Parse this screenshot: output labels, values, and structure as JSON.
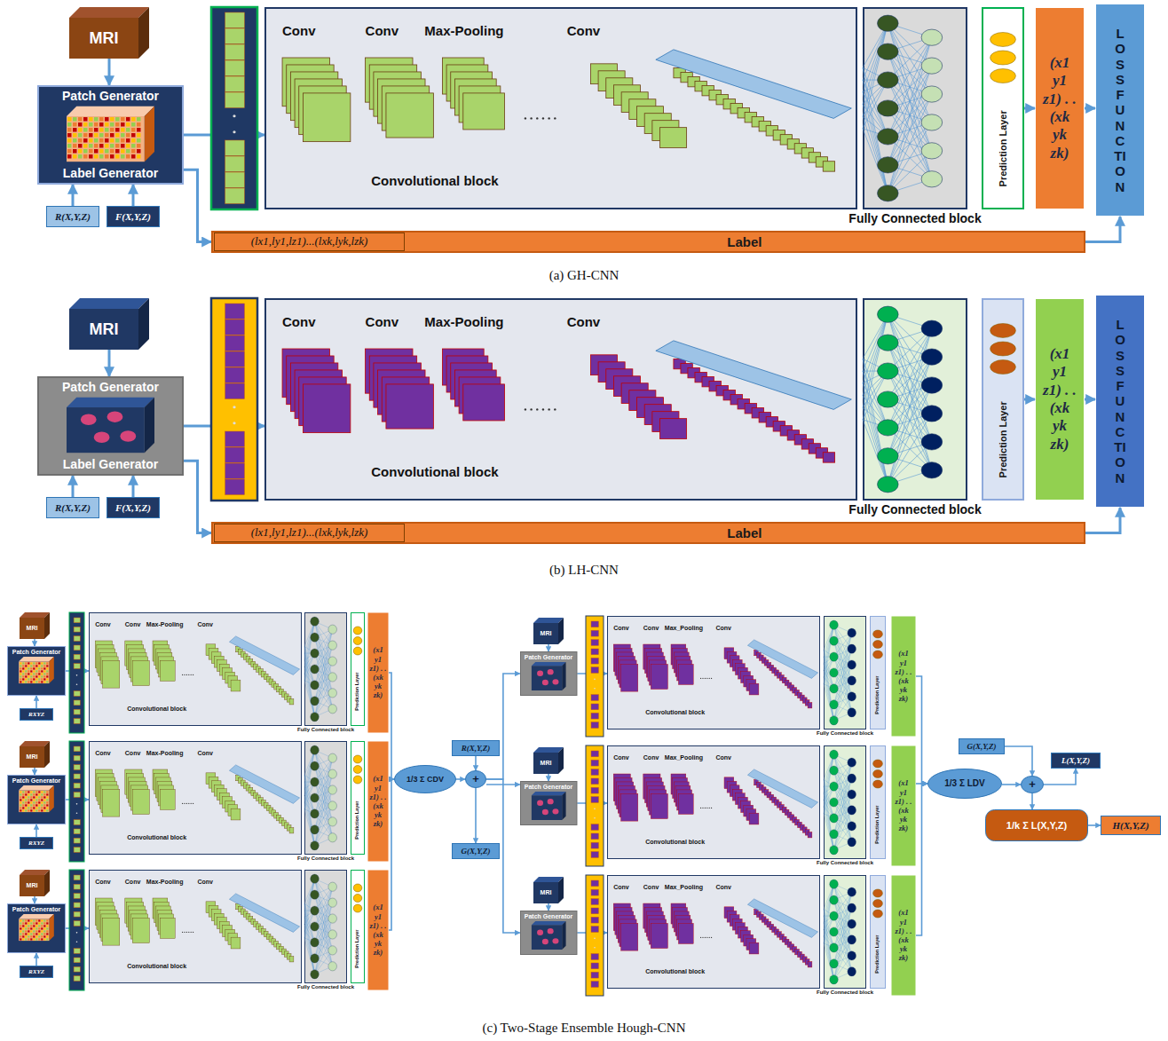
{
  "diagram": {
    "nodes": [
      {
        "text": [
          "MRI"
        ]
      },
      {
        "text": [
          "Patch Generator",
          "Label Generator"
        ]
      },
      {
        "text": [
          "R(X,Y,Z)"
        ]
      },
      {
        "text": [
          "F(X,Y,Z)"
        ]
      },
      {
        "text": [
          "Conv",
          "Conv",
          "Max-Pooling",
          "Conv",
          "Convolutional block"
        ]
      },
      {
        "text": [
          "Fully Connected block"
        ]
      },
      {
        "text": [
          "Prediction Layer"
        ]
      },
      {
        "text": [
          "(x1 y1 z1) . . (xk yk zk)"
        ]
      },
      {
        "text": [
          "LOSS FUNCTION"
        ]
      },
      {
        "text": [
          "(lx1,ly1,lz1)...(lxk,lyk,lzk)",
          "Label"
        ]
      },
      {
        "text": [
          "MRI"
        ]
      },
      {
        "text": [
          "Patch Generator",
          "Label Generator"
        ]
      },
      {
        "text": [
          "R(X,Y,Z)"
        ]
      },
      {
        "text": [
          "F(X,Y,Z)"
        ]
      },
      {
        "text": [
          "Conv",
          "Conv",
          "Max-Pooling",
          "Conv",
          "Convolutional block"
        ]
      },
      {
        "text": [
          "Fully Connected block"
        ]
      },
      {
        "text": [
          "Prediction Layer"
        ]
      },
      {
        "text": [
          "(x1 y1 z1) . . (xk yk zk)"
        ]
      },
      {
        "text": [
          "LOSS FUNCTION"
        ]
      },
      {
        "text": [
          "(lx1,ly1,lz1)...(lxk,lyk,lzk)",
          "Label"
        ]
      },
      {
        "text": [
          "MRI"
        ]
      },
      {
        "text": [
          "Patch Generator"
        ]
      },
      {
        "text": [
          "RXYZ"
        ]
      },
      {
        "text": [
          "Conv",
          "Conv",
          "Max-Pooling",
          "Conv",
          "Convolutional block"
        ]
      },
      {
        "text": [
          "Fully Connected block"
        ]
      },
      {
        "text": [
          "Prediction Layer"
        ]
      },
      {
        "text": [
          "(x1 y1 z1) . . (xk yk zk)"
        ]
      },
      {
        "text": [
          "MRI"
        ]
      },
      {
        "text": [
          "Patch Generator"
        ]
      },
      {
        "text": [
          "RXYZ"
        ]
      },
      {
        "text": [
          "Conv",
          "Conv",
          "Max-Pooling",
          "Conv",
          "Convolutional block"
        ]
      },
      {
        "text": [
          "Fully Connected block"
        ]
      },
      {
        "text": [
          "Prediction Layer"
        ]
      },
      {
        "text": [
          "(x1 y1 z1) . . (xk yk zk)"
        ]
      },
      {
        "text": [
          "MRI"
        ]
      },
      {
        "text": [
          "Patch Generator"
        ]
      },
      {
        "text": [
          "RXYZ"
        ]
      },
      {
        "text": [
          "Conv",
          "Conv",
          "Max-Pooling",
          "Conv",
          "Convolutional block"
        ]
      },
      {
        "text": [
          "Fully Connected block"
        ]
      },
      {
        "text": [
          "Prediction Layer"
        ]
      },
      {
        "text": [
          "(x1 y1 z1) . . (xk yk zk)"
        ]
      },
      {
        "text": [
          "1/3 Σ CDV"
        ]
      },
      {
        "text": [
          "+"
        ]
      },
      {
        "text": [
          "R(X,Y,Z)"
        ]
      },
      {
        "text": [
          "G(X,Y,Z)"
        ]
      },
      {
        "text": [
          "MRI"
        ]
      },
      {
        "text": [
          "Patch Generator"
        ]
      },
      {
        "text": [
          "Conv",
          "Conv",
          "Max_Pooling",
          "Conv",
          "Convolutional block"
        ]
      },
      {
        "text": [
          "Fully Connected block"
        ]
      },
      {
        "text": [
          "Prediction Layer"
        ]
      },
      {
        "text": [
          "(x1 y1 z1) . . (xk yk zk)"
        ]
      },
      {
        "text": [
          "MRI"
        ]
      },
      {
        "text": [
          "Patch Generator"
        ]
      },
      {
        "text": [
          "Conv",
          "Conv",
          "Max_Pooling",
          "Conv",
          "Convolutional block"
        ]
      },
      {
        "text": [
          "Fully Connected block"
        ]
      },
      {
        "text": [
          "Prediction Layer"
        ]
      },
      {
        "text": [
          "(x1 y1 z1) . . (xk yk zk)"
        ]
      },
      {
        "text": [
          "MRI"
        ]
      },
      {
        "text": [
          "Patch Generator"
        ]
      },
      {
        "text": [
          "Conv",
          "Conv",
          "Max_Pooling",
          "Conv",
          "Convolutional block"
        ]
      },
      {
        "text": [
          "Fully Connected block"
        ]
      },
      {
        "text": [
          "Prediction Layer"
        ]
      },
      {
        "text": [
          "(x1 y1 z1) . . (xk yk zk)"
        ]
      },
      {
        "text": [
          "1/3 Σ LDV"
        ]
      },
      {
        "text": [
          "G(X,Y,Z)"
        ]
      },
      {
        "text": [
          "L(X,Y,Z)"
        ]
      },
      {
        "text": [
          "+"
        ]
      },
      {
        "text": [
          "1/k Σ L(X,Y,Z)"
        ]
      },
      {
        "text": [
          "H(X,Y,Z)"
        ]
      }
    ],
    "edges": [
      {
        "from": 0,
        "to": 1,
        "arrow": "to"
      },
      {
        "from": 2,
        "to": 1,
        "arrow": "to"
      },
      {
        "from": 3,
        "to": 1,
        "arrow": "to"
      },
      {
        "from": 1,
        "to": 4,
        "arrow": "to"
      },
      {
        "from": 6,
        "to": 7,
        "arrow": "to"
      },
      {
        "from": 7,
        "to": 8,
        "arrow": "to"
      },
      {
        "from": 1,
        "to": 9,
        "arrow": "to"
      },
      {
        "from": 9,
        "to": 8,
        "arrow": "to"
      },
      {
        "from": 10,
        "to": 11,
        "arrow": "to"
      },
      {
        "from": 12,
        "to": 11,
        "arrow": "to"
      },
      {
        "from": 13,
        "to": 11,
        "arrow": "to"
      },
      {
        "from": 11,
        "to": 14,
        "arrow": "to"
      },
      {
        "from": 16,
        "to": 17,
        "arrow": "to"
      },
      {
        "from": 17,
        "to": 18,
        "arrow": "to"
      },
      {
        "from": 11,
        "to": 19,
        "arrow": "to"
      },
      {
        "from": 19,
        "to": 18,
        "arrow": "to"
      },
      {
        "from": 20,
        "to": 21,
        "arrow": "to"
      },
      {
        "from": 22,
        "to": 21,
        "arrow": "to"
      },
      {
        "from": 21,
        "to": 23,
        "arrow": "to"
      },
      {
        "from": 26,
        "to": 41,
        "arrow": "to"
      },
      {
        "from": 27,
        "to": 28,
        "arrow": "to"
      },
      {
        "from": 29,
        "to": 28,
        "arrow": "to"
      },
      {
        "from": 28,
        "to": 30,
        "arrow": "to"
      },
      {
        "from": 33,
        "to": 41,
        "arrow": "to"
      },
      {
        "from": 34,
        "to": 35,
        "arrow": "to"
      },
      {
        "from": 36,
        "to": 35,
        "arrow": "to"
      },
      {
        "from": 35,
        "to": 37,
        "arrow": "to"
      },
      {
        "from": 40,
        "to": 41,
        "arrow": "to"
      },
      {
        "from": 41,
        "to": 42,
        "arrow": "to"
      },
      {
        "from": 43,
        "to": 42,
        "arrow": "to"
      },
      {
        "from": 42,
        "to": 44,
        "arrow": "to"
      },
      {
        "from": 42,
        "to": 46,
        "arrow": "to"
      },
      {
        "from": 42,
        "to": 52,
        "arrow": "to"
      },
      {
        "from": 42,
        "to": 58,
        "arrow": "to"
      },
      {
        "from": 45,
        "to": 46,
        "arrow": "to"
      },
      {
        "from": 46,
        "to": 47,
        "arrow": "to"
      },
      {
        "from": 50,
        "to": 63,
        "arrow": "to"
      },
      {
        "from": 51,
        "to": 52,
        "arrow": "to"
      },
      {
        "from": 52,
        "to": 53,
        "arrow": "to"
      },
      {
        "from": 56,
        "to": 63,
        "arrow": "to"
      },
      {
        "from": 57,
        "to": 58,
        "arrow": "to"
      },
      {
        "from": 58,
        "to": 59,
        "arrow": "to"
      },
      {
        "from": 62,
        "to": 63,
        "arrow": "to"
      },
      {
        "from": 63,
        "to": 66,
        "arrow": "to"
      },
      {
        "from": 64,
        "to": 66,
        "arrow": "to"
      },
      {
        "from": 66,
        "to": 65,
        "arrow": "to"
      },
      {
        "from": 66,
        "to": 67,
        "arrow": "to"
      },
      {
        "from": 67,
        "to": 68,
        "arrow": "to"
      }
    ],
    "labels": [
      "(a) GH-CNN",
      "(b) LH-CNN",
      "(c) Two-Stage Ensemble Hough-CNN"
    ]
  }
}
